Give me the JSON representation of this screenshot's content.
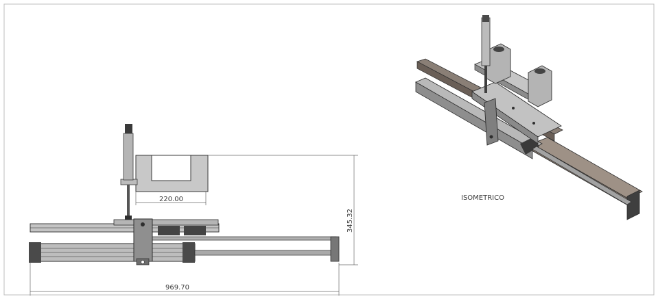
{
  "drawing": {
    "dimension_width": "969.70",
    "dimension_height": "345.32",
    "dimension_slot": "220.00",
    "view_label": "ISOMETRICO"
  },
  "colors": {
    "frame": "#bdbdbd",
    "outline": "#2e2e2e",
    "steel_light": "#c9c9c9",
    "steel_mid": "#9a9a9a",
    "steel_dark": "#5a5a5a",
    "bronze": "#8c7f74",
    "dimension_line": "#6a6a6a"
  }
}
